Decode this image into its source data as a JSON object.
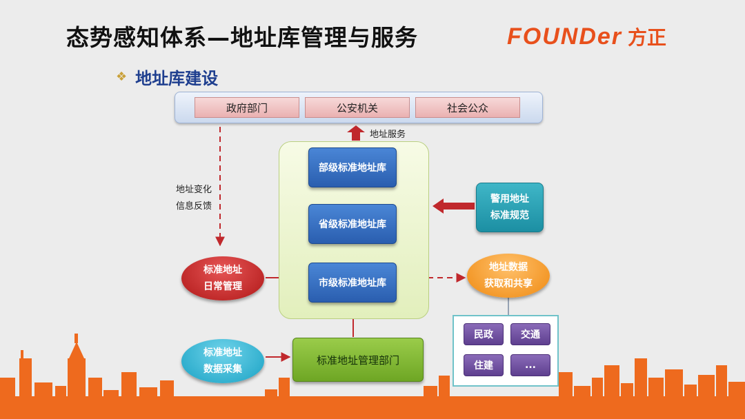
{
  "title": "态势感知体系—地址库管理与服务",
  "logo": {
    "word": "FOUNDer",
    "cn": "方正"
  },
  "subtitle": "地址库建设",
  "top_bar": [
    "政府部门",
    "公安机关",
    "社会公众"
  ],
  "service_label": "地址服务",
  "feedback_label": [
    "地址变化",
    "信息反馈"
  ],
  "levels": {
    "ministry": "部级标准地址库",
    "province": "省级标准地址库",
    "city": "市级标准地址库"
  },
  "police_standard": [
    "警用地址",
    "标准规范"
  ],
  "daily_mgmt": [
    "标准地址",
    "日常管理"
  ],
  "data_share": [
    "地址数据",
    "获取和共享"
  ],
  "data_collect": [
    "标准地址",
    "数据采集"
  ],
  "mgmt_dept": "标准地址管理部门",
  "sources": [
    "民政",
    "交通",
    "住建",
    "..."
  ],
  "colors": {
    "title": "#111111",
    "logo": "#e8501c",
    "subtitle": "#1f3f8f",
    "arrow_red": "#c0282c",
    "blue_box": "#2f67b8",
    "skyline": "#ee6a1e"
  }
}
